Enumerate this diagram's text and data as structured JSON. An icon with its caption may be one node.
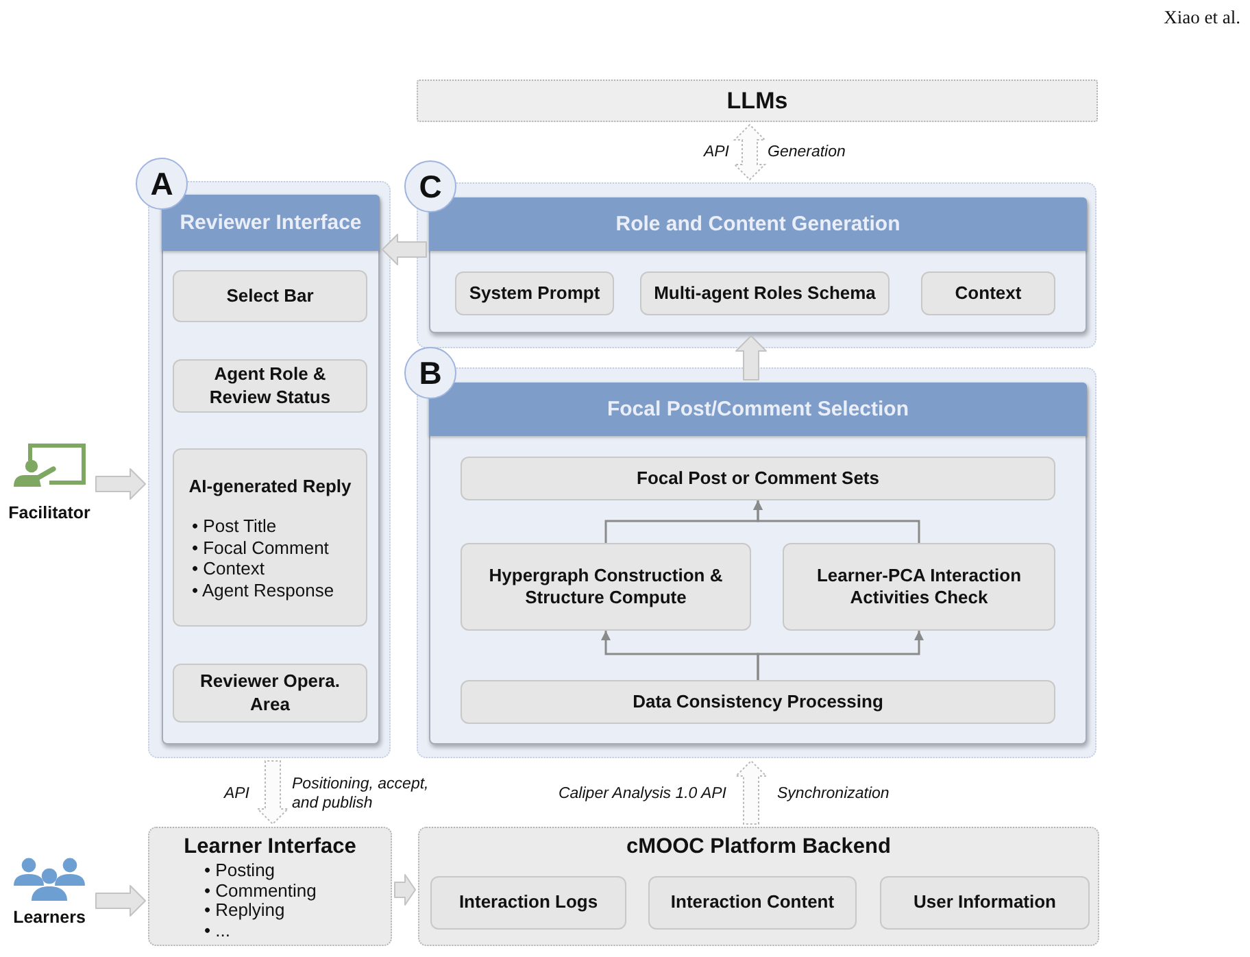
{
  "diagram": {
    "nodes": [
      {
        "text": [
          "LLMs"
        ]
      },
      {
        "text": [
          "A"
        ]
      },
      {
        "text": [
          "Reviewer Interface"
        ],
        "in": 1
      },
      {
        "text": [
          "Select Bar"
        ],
        "in": 2
      },
      {
        "text": [
          "Agent Role & Review Status"
        ],
        "in": 2
      },
      {
        "text": [
          "AI-generated Reply",
          "• Post Title",
          "• Focal Comment",
          "• Context",
          "• Agent Response"
        ],
        "in": 2
      },
      {
        "text": [
          "Reviewer Opera. Area"
        ],
        "in": 2
      },
      {
        "text": [
          "C"
        ]
      },
      {
        "text": [
          "Role and Content Generation"
        ],
        "in": 7
      },
      {
        "text": [
          "System Prompt"
        ],
        "in": 8
      },
      {
        "text": [
          "Multi-agent Roles Schema"
        ],
        "in": 8
      },
      {
        "text": [
          "Context"
        ],
        "in": 8
      },
      {
        "text": [
          "B"
        ]
      },
      {
        "text": [
          "Focal Post/Comment Selection"
        ],
        "in": 12
      },
      {
        "text": [
          "Focal Post or Comment Sets"
        ],
        "in": 13
      },
      {
        "text": [
          "Hypergraph Construction & Structure Compute"
        ],
        "in": 13
      },
      {
        "text": [
          "Learner-PCA Interaction Activities Check"
        ],
        "in": 13
      },
      {
        "text": [
          "Data Consistency Processing"
        ],
        "in": 13
      },
      {
        "text": [
          "Facilitator"
        ]
      },
      {
        "text": [
          "Learners"
        ]
      },
      {
        "text": [
          "Learner Interface",
          "• Posting",
          "• Commenting",
          "• Replying",
          "• ..."
        ]
      },
      {
        "text": [
          "cMOOC Platform Backend"
        ]
      },
      {
        "text": [
          "Interaction Logs"
        ],
        "in": 21
      },
      {
        "text": [
          "Interaction Content"
        ],
        "in": 21
      },
      {
        "text": [
          "User Information"
        ],
        "in": 21
      }
    ],
    "edges": [
      {
        "from": 0,
        "to": 7,
        "arrow": "both",
        "label": "Generation",
        "style": "dashed"
      },
      {
        "from": 8,
        "to": 2,
        "arrow": "to",
        "style": "thick"
      },
      {
        "from": 13,
        "to": 8,
        "arrow": "to",
        "style": "thick"
      },
      {
        "from": 17,
        "to": 15,
        "arrow": "to"
      },
      {
        "from": 17,
        "to": 16,
        "arrow": "to"
      },
      {
        "from": 15,
        "to": 14,
        "arrow": "to"
      },
      {
        "from": 16,
        "to": 14,
        "arrow": "to"
      },
      {
        "from": 18,
        "to": 1,
        "arrow": "to",
        "style": "thick"
      },
      {
        "from": 1,
        "to": 20,
        "arrow": "to",
        "label": "Positioning, accept, and publish",
        "style": "dashed"
      },
      {
        "from": 21,
        "to": 12,
        "arrow": "to",
        "label": "Synchronization",
        "style": "dashed"
      },
      {
        "from": 19,
        "to": 20,
        "arrow": "to",
        "style": "thick"
      },
      {
        "from": 20,
        "to": 21,
        "arrow": "to",
        "style": "thick"
      }
    ],
    "labels": [
      "Xiao et al.",
      "API",
      "API",
      "Caliper Analysis 1.0 API"
    ]
  }
}
